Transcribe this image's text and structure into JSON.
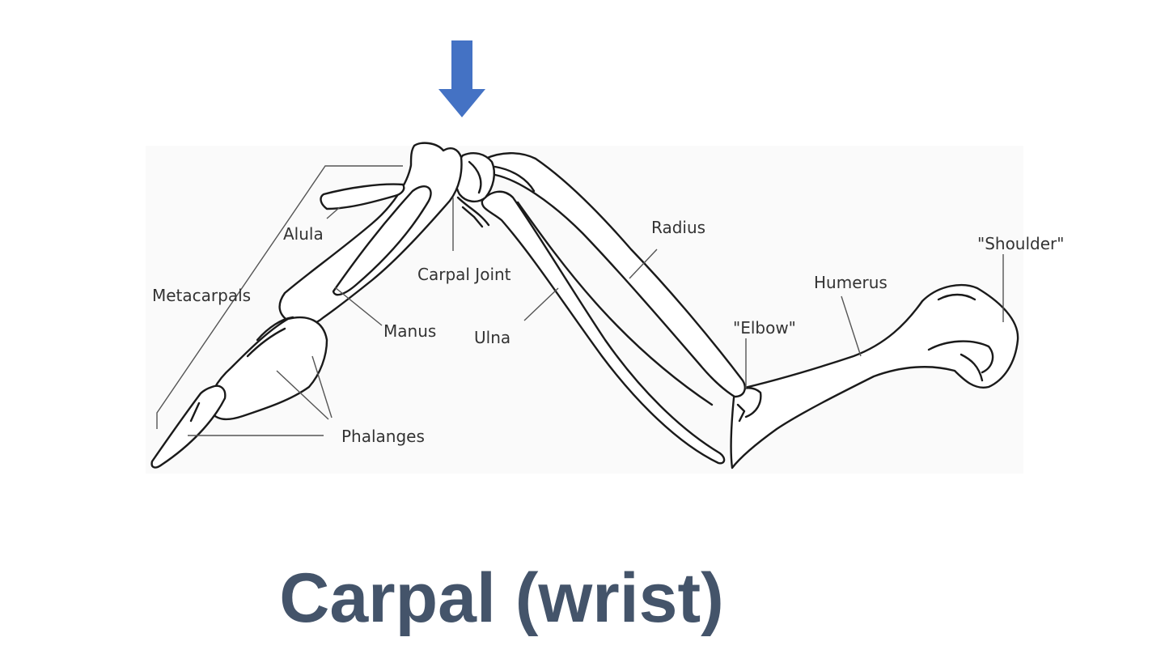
{
  "colors": {
    "arrow": "#4472c4",
    "caption": "#44546a",
    "line_art": "#1a1a1a",
    "label_text": "#333333"
  },
  "labels": {
    "alula": "Alula",
    "metacarpals": "Metacarpals",
    "carpal_joint": "Carpal Joint",
    "manus": "Manus",
    "ulna": "Ulna",
    "radius": "Radius",
    "humerus": "Humerus",
    "shoulder": "\"Shoulder\"",
    "elbow": "\"Elbow\"",
    "phalanges": "Phalanges"
  },
  "caption": "Carpal (wrist)",
  "arrow_icon": "down-arrow-icon"
}
